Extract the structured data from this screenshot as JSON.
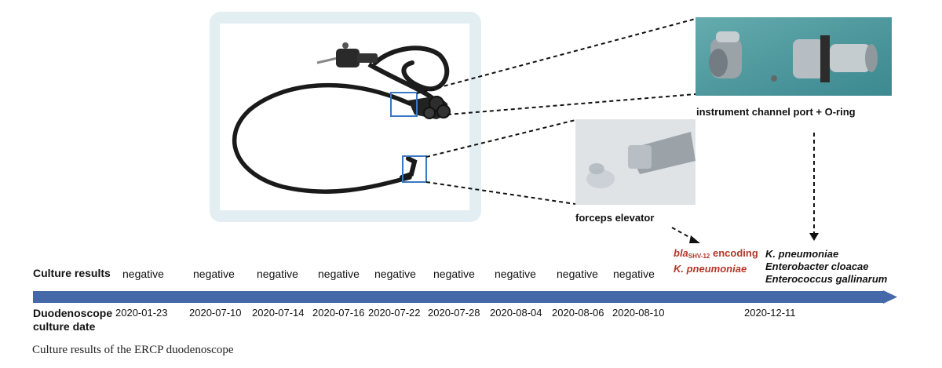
{
  "row_labels": {
    "culture_results": "Culture results",
    "culture_date_line1": "Duodenoscope",
    "culture_date_line2": "culture date"
  },
  "cultures": [
    {
      "date": "2020-01-23",
      "result": "negative"
    },
    {
      "date": "2020-07-10",
      "result": "negative"
    },
    {
      "date": "2020-07-14",
      "result": "negative"
    },
    {
      "date": "2020-07-16",
      "result": "negative"
    },
    {
      "date": "2020-07-22",
      "result": "negative"
    },
    {
      "date": "2020-07-28",
      "result": "negative"
    },
    {
      "date": "2020-08-04",
      "result": "negative"
    },
    {
      "date": "2020-08-06",
      "result": "negative"
    },
    {
      "date": "2020-08-10",
      "result": "negative"
    }
  ],
  "positive_result": {
    "date": "2020-12-11",
    "forceps": {
      "gene_prefix": "bla",
      "gene_sub": "SHV-12",
      "gene_suffix": " encoding",
      "organism": "K. pneumoniae"
    },
    "channel_organisms": [
      "K. pneumoniae",
      "Enterobacter cloacae",
      "Enterococcus gallinarum"
    ]
  },
  "photo_labels": {
    "channel": "instrument channel port + O-ring",
    "forceps": "forceps elevator"
  },
  "caption": "Culture results of the ERCP duodenoscope",
  "colors": {
    "timeline_arrow": "#4468a8",
    "highlight_box": "#3a78c2",
    "frame": "#e3eef3",
    "positive_text": "#b3372b"
  },
  "icons": [
    "duodenoscope-illustration",
    "instrument-channel-photo",
    "forceps-elevator-photo"
  ]
}
